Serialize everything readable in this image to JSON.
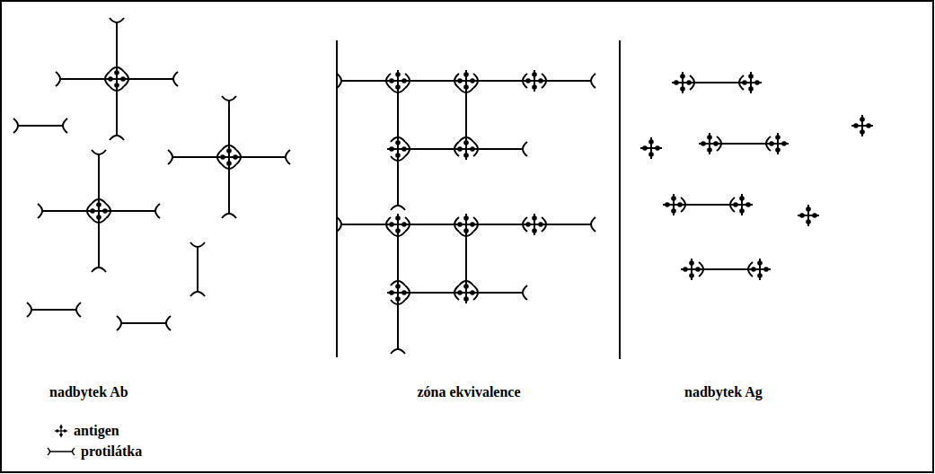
{
  "diagram": {
    "labels": [
      "nadbytek Ab",
      "zóna ekvivalence",
      "nadbytek Ag"
    ],
    "legend": [
      {
        "text": "antigen"
      },
      {
        "text": "protilátka"
      }
    ]
  }
}
